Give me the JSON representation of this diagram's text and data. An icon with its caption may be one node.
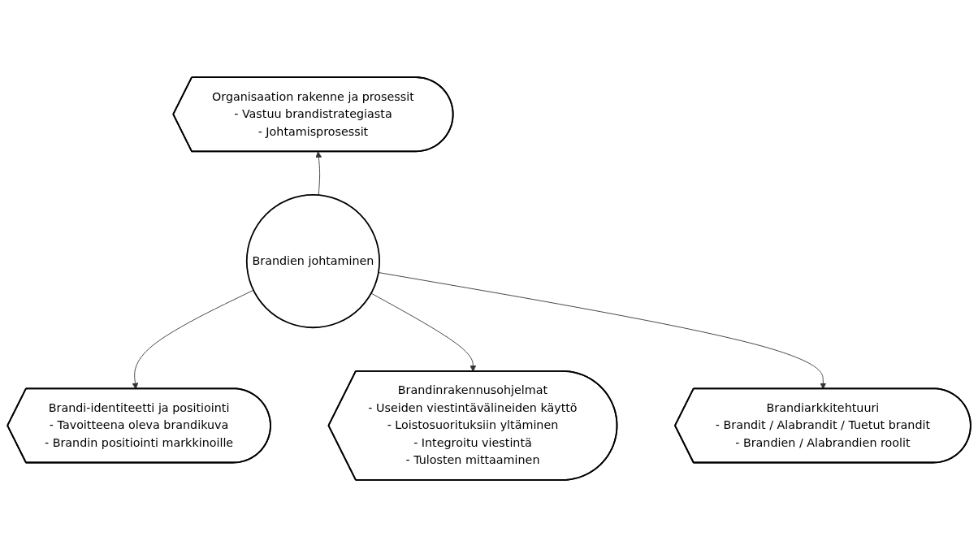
{
  "diagram": {
    "nodes": [
      {
        "text": [
          "Organisaation rakenne ja prosessit",
          "- Vastuu brandistrategiasta",
          "- Johtamisprosessit"
        ]
      },
      {
        "text": [
          "Brandi-identiteetti ja positiointi",
          "- Tavoitteena oleva brandikuva",
          "- Brandin positiointi markkinoille"
        ]
      },
      {
        "text": [
          "Brandien johtaminen"
        ]
      },
      {
        "text": [
          "Brandinrakennusohjelmat",
          "- Useiden viestintävälineiden käyttö",
          "- Loistosuorituksiin yltäminen",
          "- Integroitu viestintä",
          "- Tulosten mittaaminen"
        ]
      },
      {
        "text": [
          "Brandiarkkitehtuuri",
          "- Brandit / Alabrandit / Tuetut brandit",
          "- Brandien / Alabrandien roolit"
        ]
      }
    ],
    "edges": [
      {
        "from": 2,
        "to": 0,
        "arrow": "to"
      },
      {
        "from": 2,
        "to": 1,
        "arrow": "to"
      },
      {
        "from": 2,
        "to": 3,
        "arrow": "to"
      },
      {
        "from": 2,
        "to": 4,
        "arrow": "to"
      }
    ]
  }
}
